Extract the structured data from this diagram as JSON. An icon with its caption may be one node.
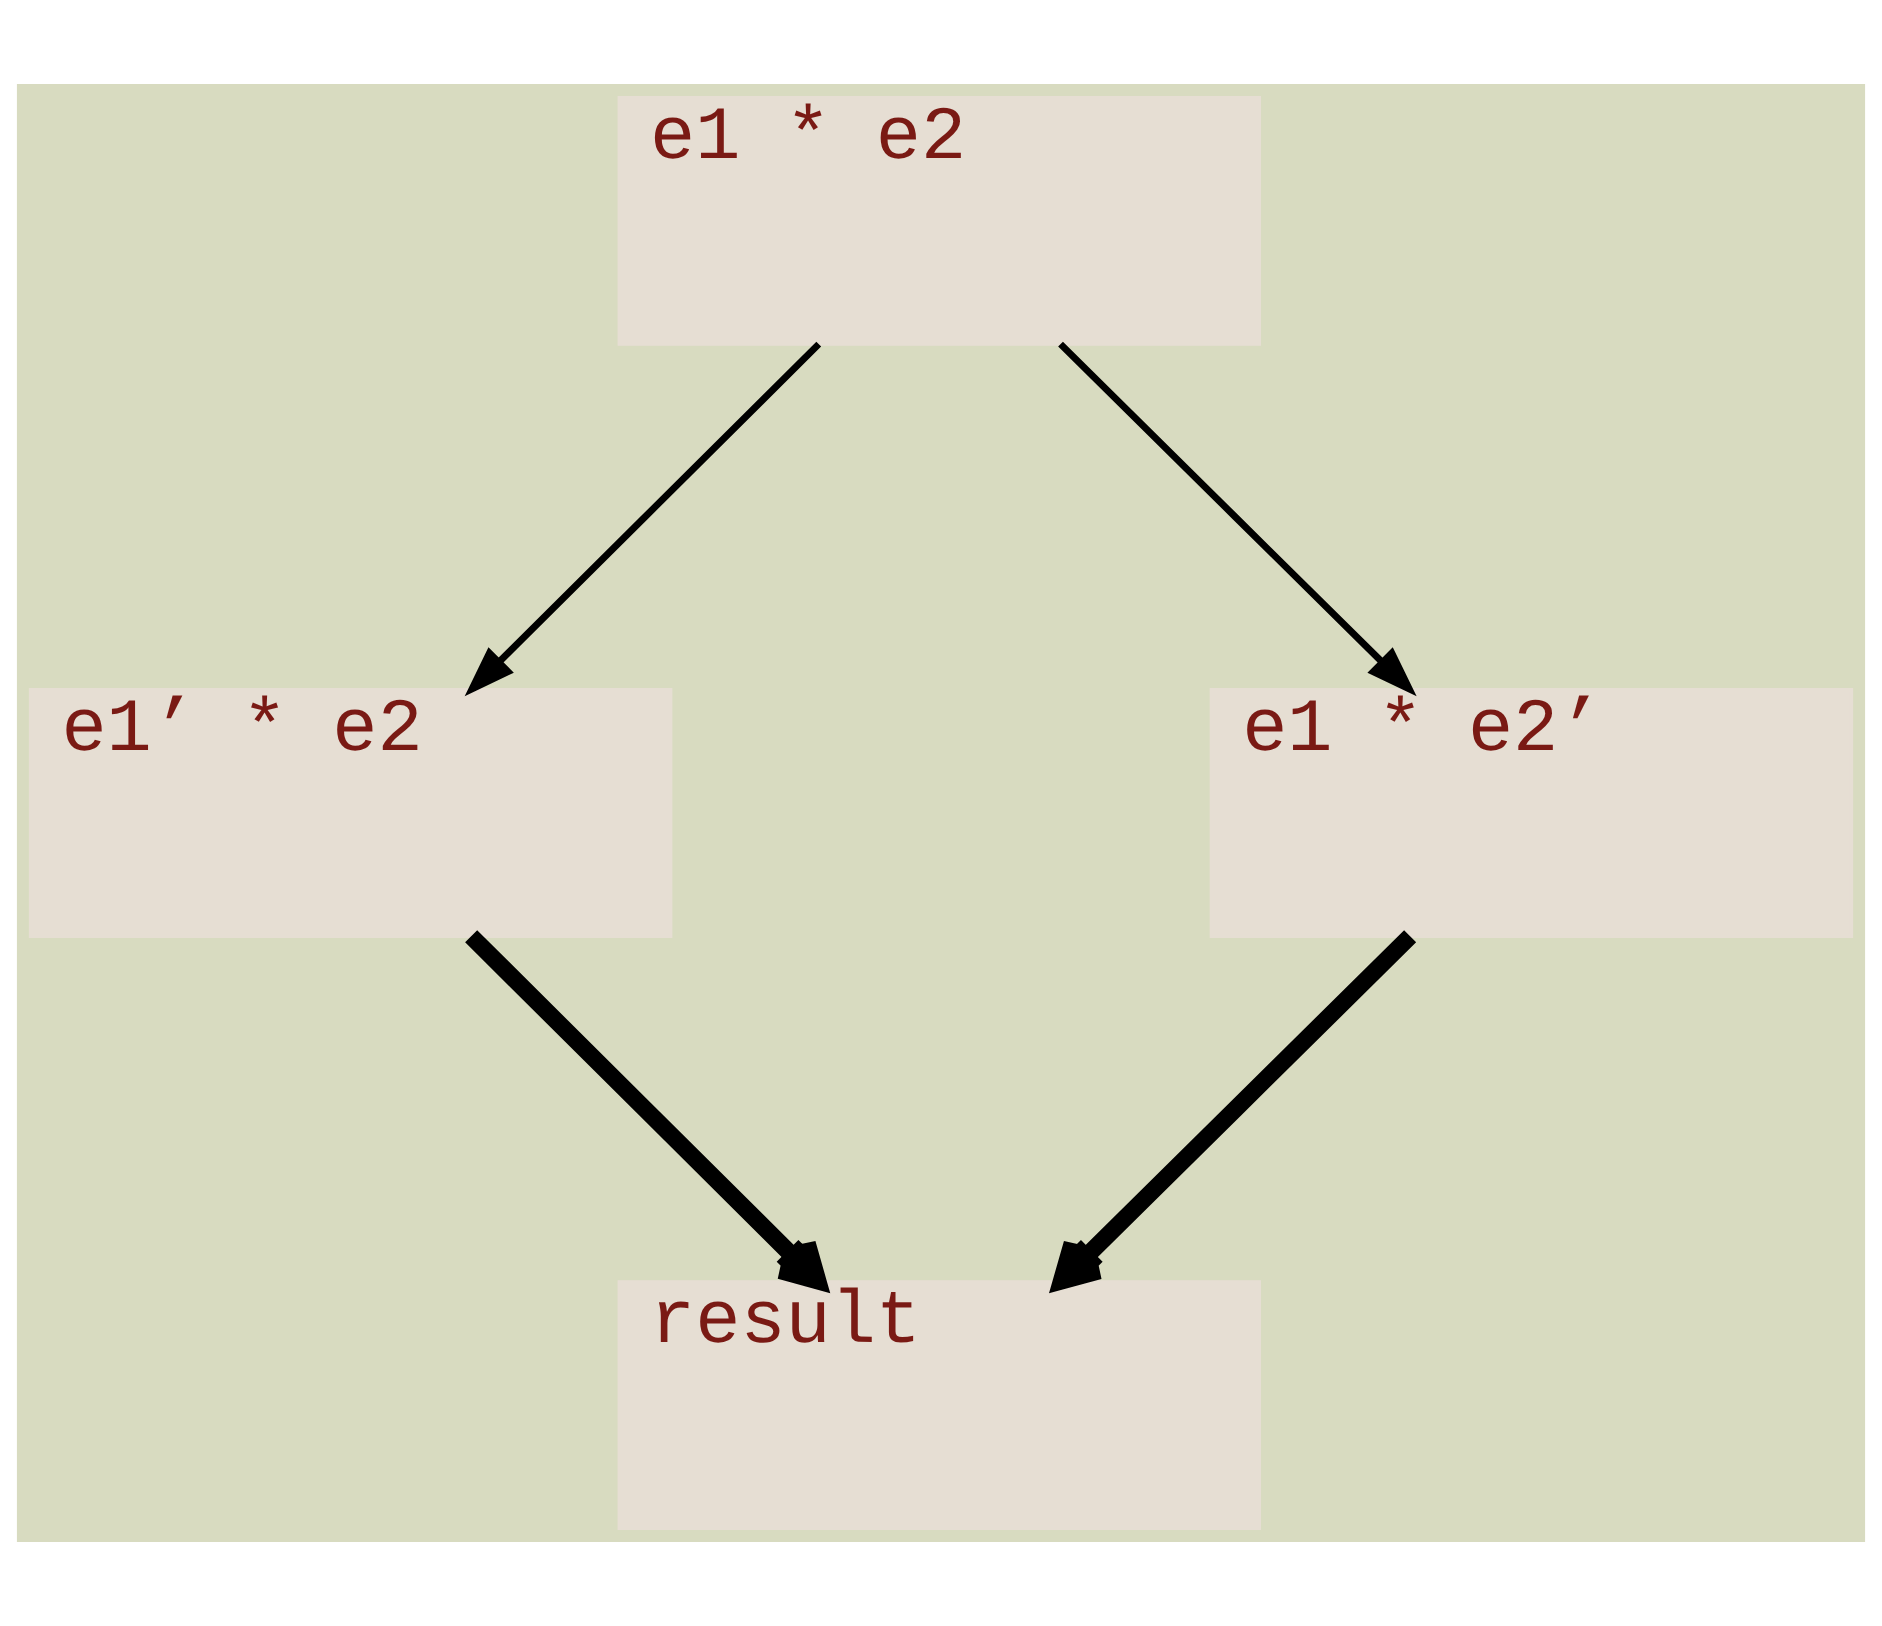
{
  "diagram": {
    "nodes": [
      {
        "text": [
          "e1 * e2"
        ]
      },
      {
        "text": [
          "e1’ * e2"
        ]
      },
      {
        "text": [
          "e1 * e2’"
        ]
      },
      {
        "text": [
          "result"
        ]
      }
    ],
    "edges": [
      {
        "from": 0,
        "to": 1,
        "arrow": "to"
      },
      {
        "from": 0,
        "to": 2,
        "arrow": "to"
      },
      {
        "from": 1,
        "to": 3,
        "arrow": "to",
        "style": "thick"
      },
      {
        "from": 2,
        "to": 3,
        "arrow": "to",
        "style": "thick"
      }
    ]
  }
}
